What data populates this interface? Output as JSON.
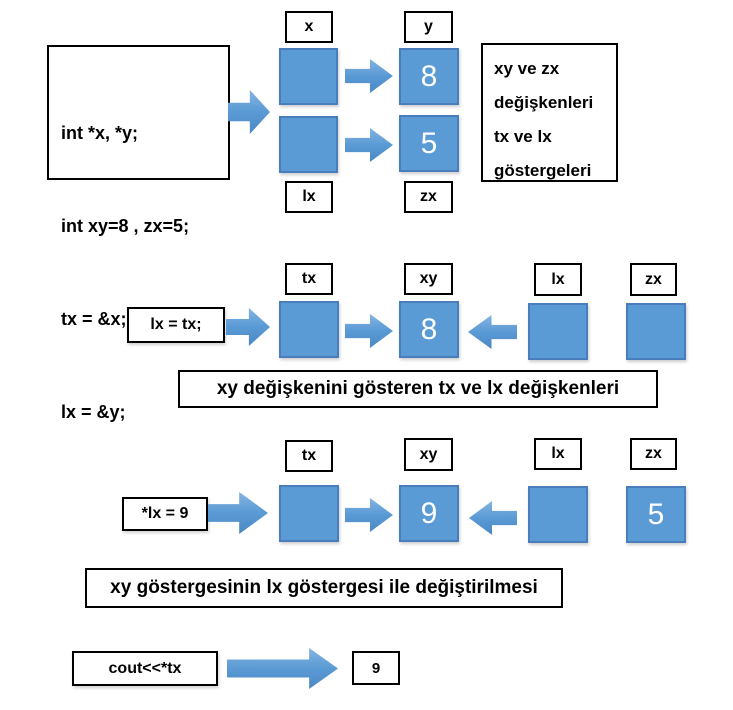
{
  "colors": {
    "cell_fill": "#5b9bd5",
    "cell_border": "#4a7ebb",
    "box_border": "#000000",
    "value_text": "#ffffff",
    "background": "#ffffff"
  },
  "s1": {
    "code": [
      "int *x, *y;",
      "int xy=8 , zx=5;",
      "tx = &x;",
      "lx = &y;"
    ],
    "labels": {
      "x": "x",
      "y": "y",
      "lx": "lx",
      "zx": "zx"
    },
    "values": {
      "x": "",
      "y": "8",
      "lx": "",
      "zx": "5"
    },
    "info": [
      "xy ve zx",
      "değişkenleri",
      "tx ve lx",
      "göstergeleri"
    ]
  },
  "s2": {
    "statement": "lx = tx;",
    "labels": {
      "tx": "tx",
      "xy": "xy",
      "lx": "lx",
      "zx": "zx"
    },
    "values": {
      "tx": "",
      "xy": "8",
      "lx": "",
      "zx": ""
    },
    "caption": "xy değişkenini gösteren tx ve lx değişkenleri"
  },
  "s3": {
    "statement": "*lx = 9",
    "labels": {
      "tx": "tx",
      "xy": "xy",
      "lx": "lx",
      "zx": "zx"
    },
    "values": {
      "tx": "",
      "xy": "9",
      "lx": "",
      "zx": "5"
    },
    "caption": "xy göstergesinin lx göstergesi ile değiştirilmesi"
  },
  "s4": {
    "statement": "cout<<*tx",
    "result": "9"
  }
}
